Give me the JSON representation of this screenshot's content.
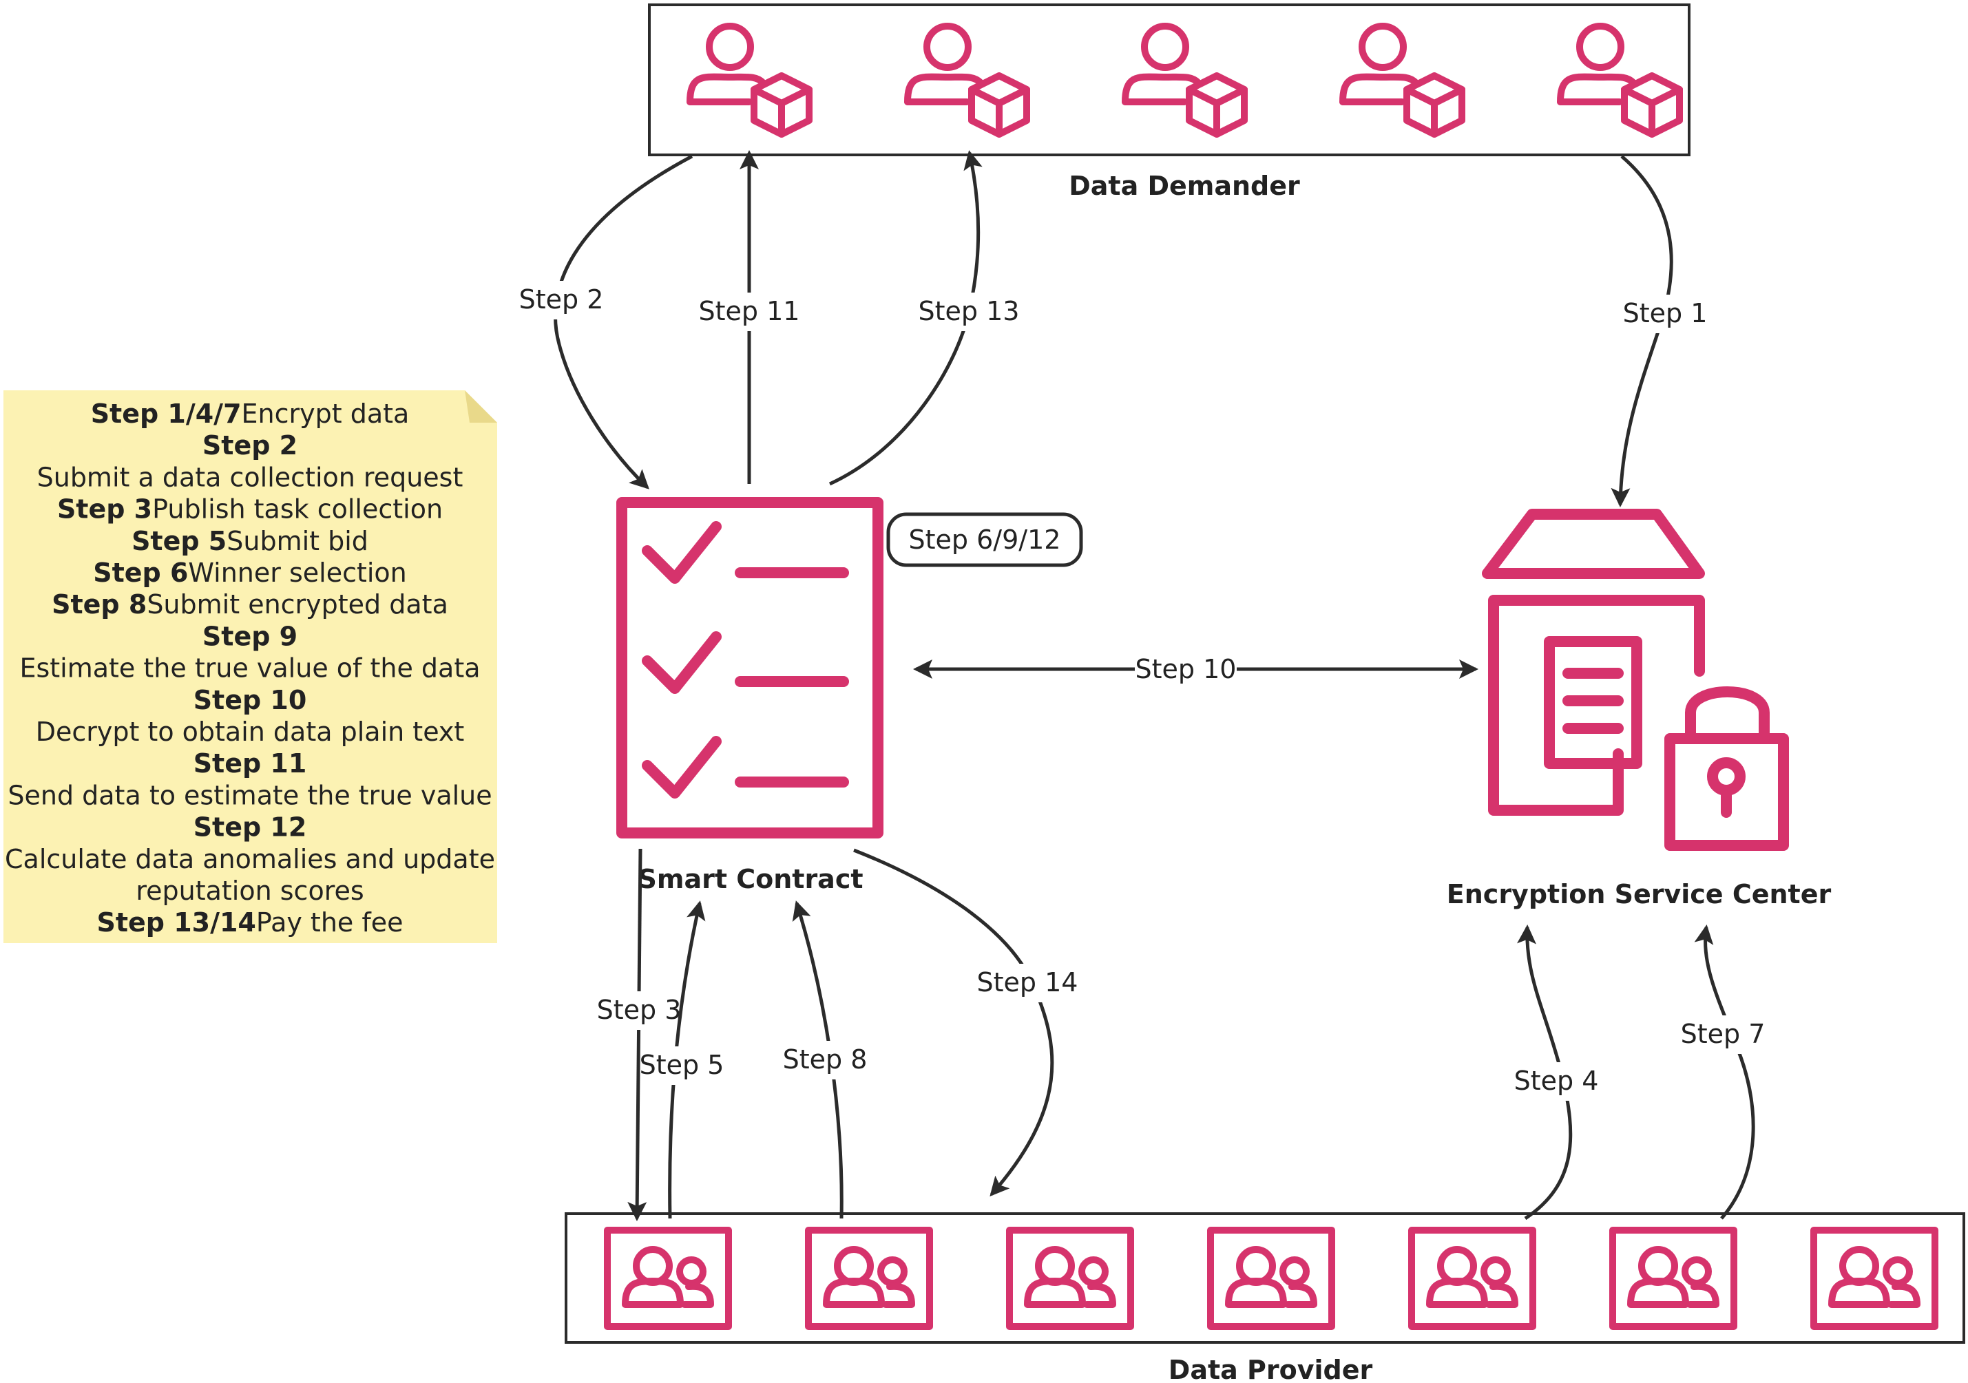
{
  "colors": {
    "accent": "#d6336c",
    "note_bg": "#fcf2b3",
    "stroke": "#2b2b2b"
  },
  "nodes": {
    "data_demander": {
      "label": "Data Demander",
      "icon": "user-with-cube-icon",
      "count": 5
    },
    "smart_contract": {
      "label": "Smart Contract",
      "icon": "checklist-icon"
    },
    "encryption_center": {
      "label": "Encryption Service Center",
      "icon": "document-lock-icon"
    },
    "data_provider": {
      "label": "Data Provider",
      "icon": "user-group-icon",
      "count": 7
    },
    "smart_contract_badge": {
      "label": "Step 6/9/12"
    }
  },
  "edges": {
    "step1": "Step 1",
    "step2": "Step 2",
    "step3": "Step 3",
    "step4": "Step 4",
    "step5": "Step 5",
    "step7": "Step 7",
    "step8": "Step 8",
    "step10": "Step 10",
    "step11": "Step 11",
    "step13": "Step 13",
    "step14": "Step 14"
  },
  "legend": [
    {
      "bold": "Step 1/4/7",
      "text": "Encrypt data"
    },
    {
      "bold": "Step 2",
      "text": ""
    },
    {
      "bold": "",
      "text": "Submit a data collection request"
    },
    {
      "bold": "Step 3",
      "text": "Publish task collection"
    },
    {
      "bold": "Step 5",
      "text": "Submit bid"
    },
    {
      "bold": "Step 6",
      "text": "Winner selection"
    },
    {
      "bold": "Step 8",
      "text": "Submit encrypted data"
    },
    {
      "bold": "Step 9",
      "text": ""
    },
    {
      "bold": "",
      "text": "Estimate the true value of the data"
    },
    {
      "bold": "Step 10",
      "text": ""
    },
    {
      "bold": "",
      "text": "Decrypt to obtain data plain text"
    },
    {
      "bold": "Step 11",
      "text": ""
    },
    {
      "bold": "",
      "text": "Send data to estimate the true value"
    },
    {
      "bold": "Step 12",
      "text": ""
    },
    {
      "bold": "",
      "text": "Calculate data anomalies and update"
    },
    {
      "bold": "",
      "text": "reputation scores"
    },
    {
      "bold": "Step 13/14",
      "text": "Pay the fee"
    }
  ]
}
